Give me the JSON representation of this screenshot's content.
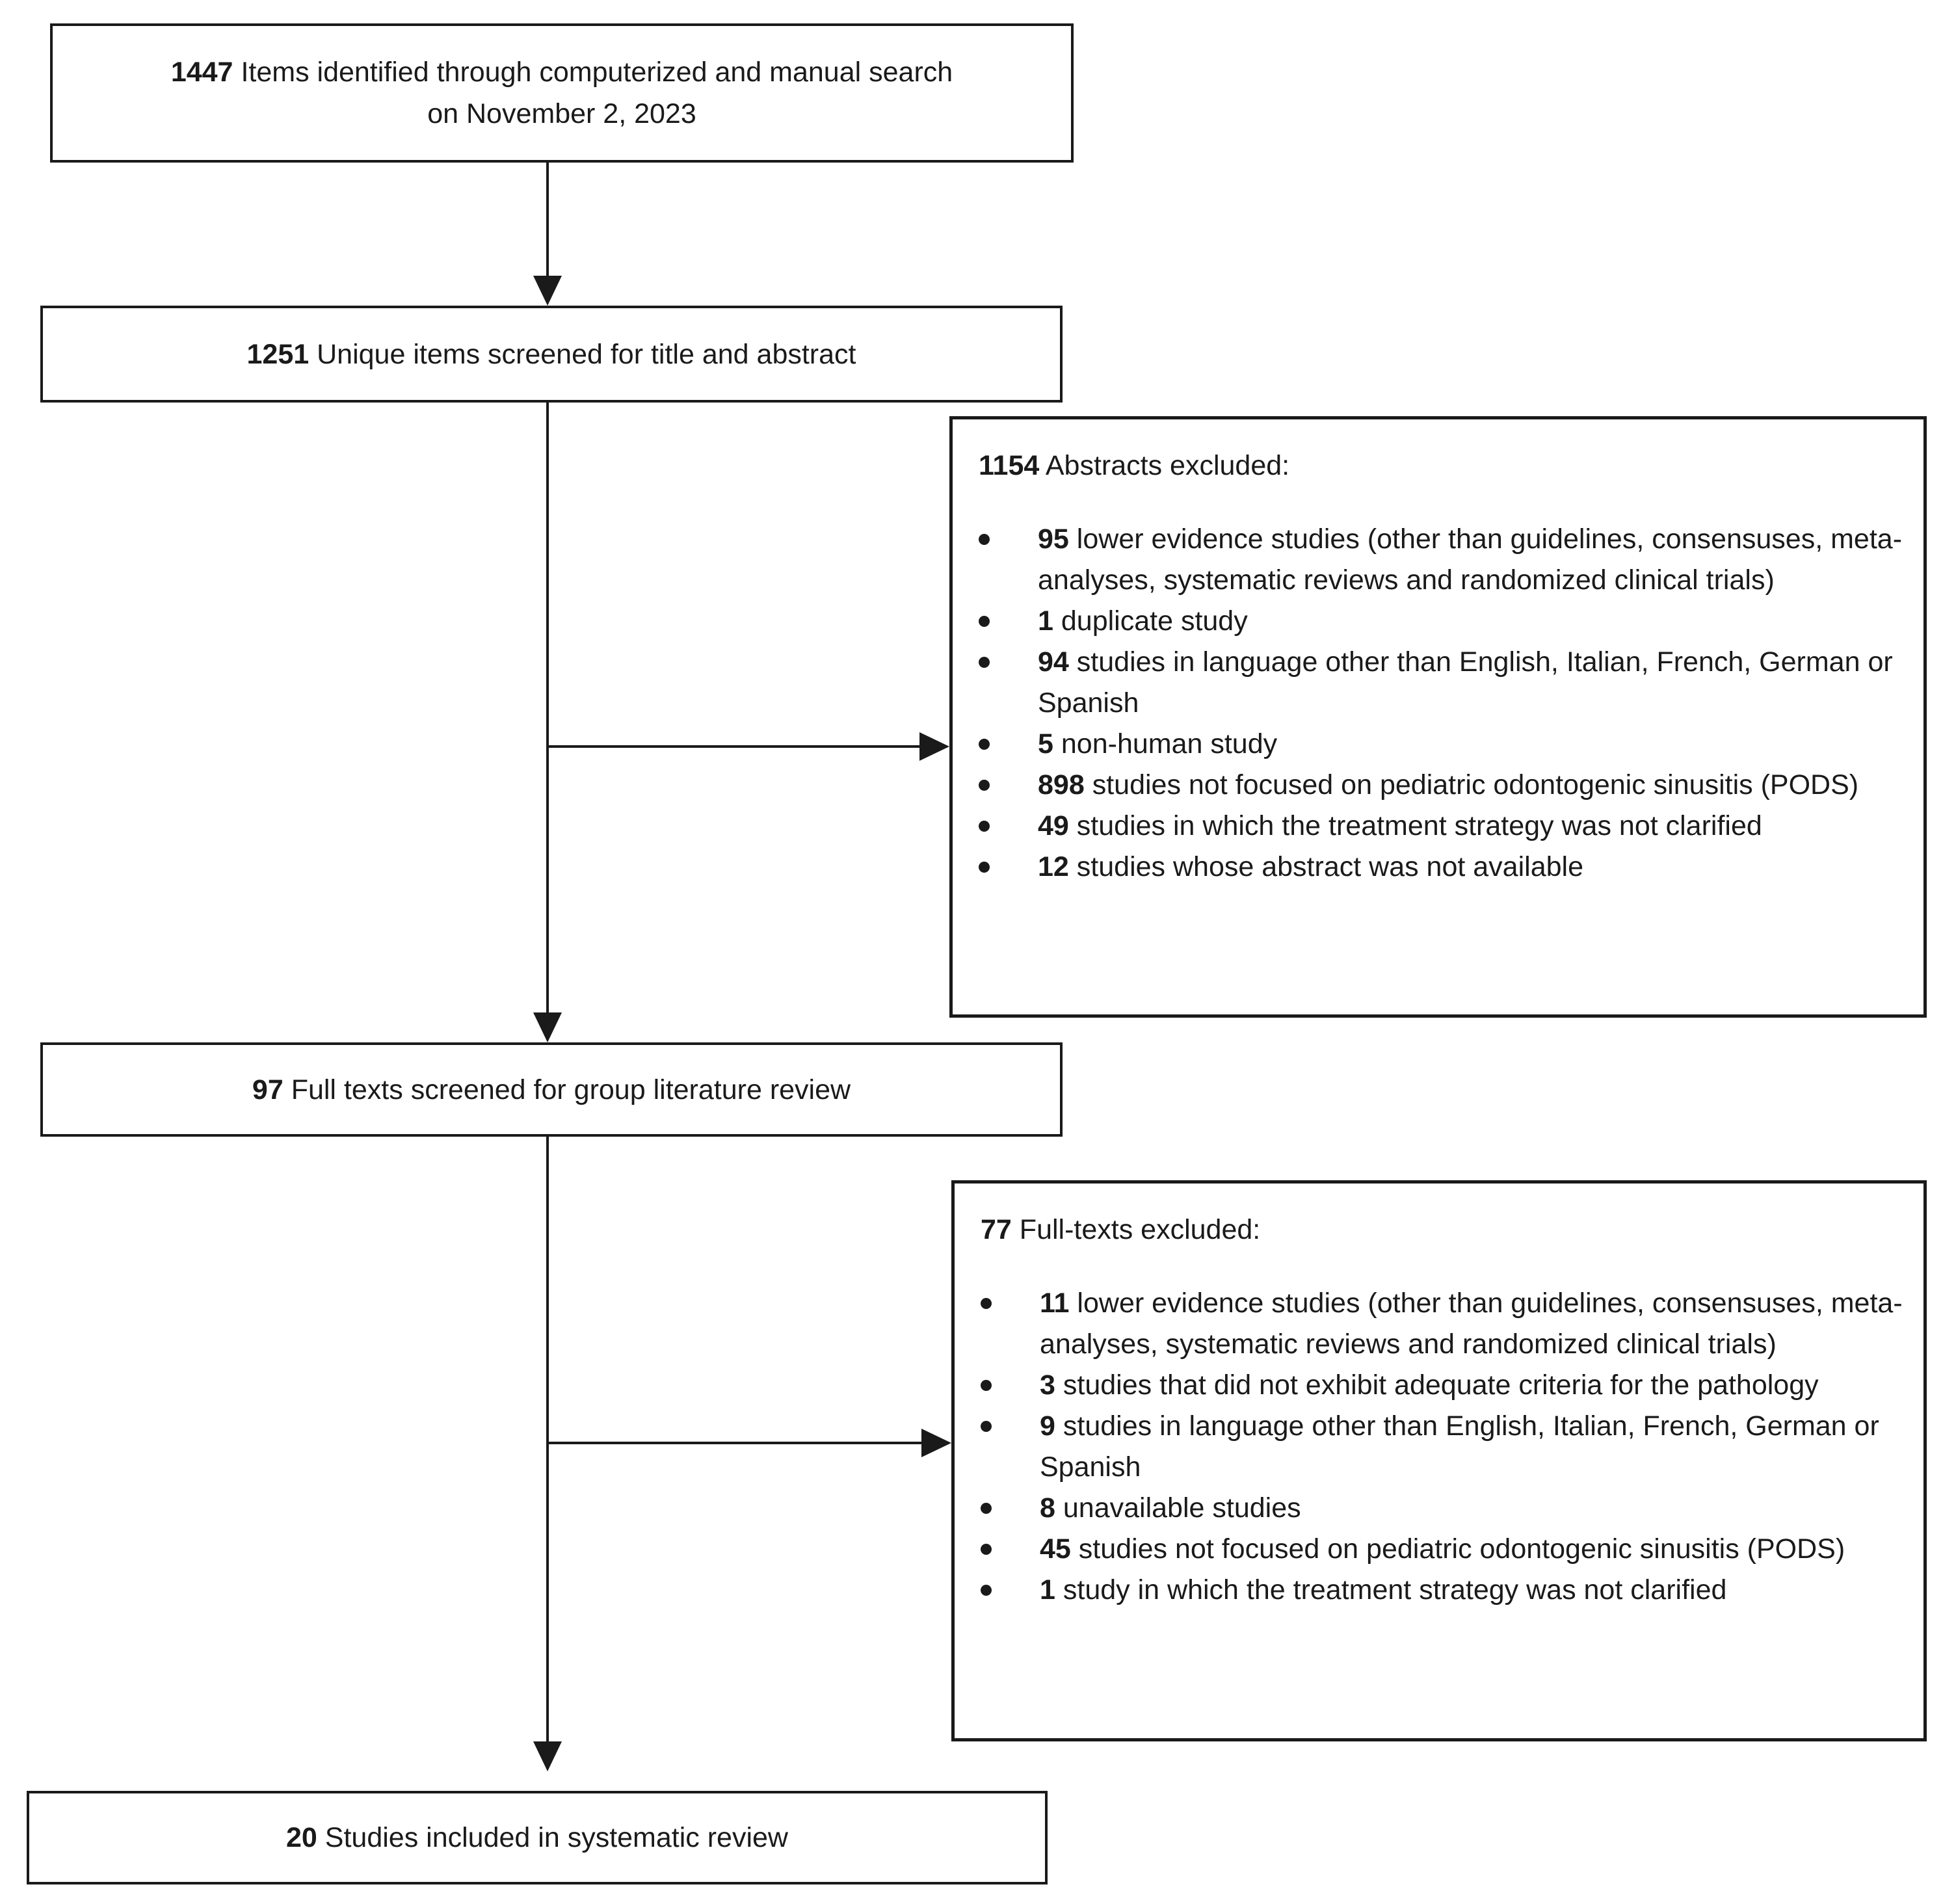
{
  "diagram": {
    "flow_boxes": [
      {
        "number": "1447",
        "line1": "Items identified through computerized and manual search",
        "line2": "on November 2, 2023"
      },
      {
        "number": "1251",
        "line1": "Unique items screened for title and abstract"
      },
      {
        "number": "97",
        "line1": "Full texts screened for group literature review"
      },
      {
        "number": "20",
        "line1": "Studies included in systematic review"
      }
    ],
    "exclusion_boxes": [
      {
        "number": "1154",
        "title": "Abstracts excluded:",
        "items": [
          {
            "number": "95",
            "text": "lower evidence studies (other than guidelines, consensuses, meta-analyses, systematic reviews and randomized clinical trials)"
          },
          {
            "number": "1",
            "text": "duplicate study"
          },
          {
            "number": "94",
            "text": "studies in language other than English, Italian, French, German or Spanish"
          },
          {
            "number": "5",
            "text": "non-human study"
          },
          {
            "number": "898",
            "text": "studies not focused on pediatric odontogenic sinusitis (PODS)"
          },
          {
            "number": "49",
            "text": "studies in which the treatment strategy was not clarified"
          },
          {
            "number": "12",
            "text": "studies whose abstract was not available"
          }
        ]
      },
      {
        "number": "77",
        "title": "Full-texts excluded:",
        "items": [
          {
            "number": "11",
            "text": "lower evidence studies (other than guidelines, consensuses, meta-analyses, systematic reviews and randomized clinical trials)"
          },
          {
            "number": "3",
            "text": "studies that did not exhibit adequate criteria for the pathology"
          },
          {
            "number": "9",
            "text": "studies in language other than English, Italian, French, German or Spanish"
          },
          {
            "number": "8",
            "text": "unavailable studies"
          },
          {
            "number": "45",
            "text": "studies not focused on pediatric odontogenic sinusitis (PODS)"
          },
          {
            "number": "1",
            "text": "study in which the treatment strategy was not clarified"
          }
        ]
      }
    ],
    "colors": {
      "line": "#1a1a1a",
      "text": "#1a1a1a",
      "background": "#ffffff"
    }
  }
}
